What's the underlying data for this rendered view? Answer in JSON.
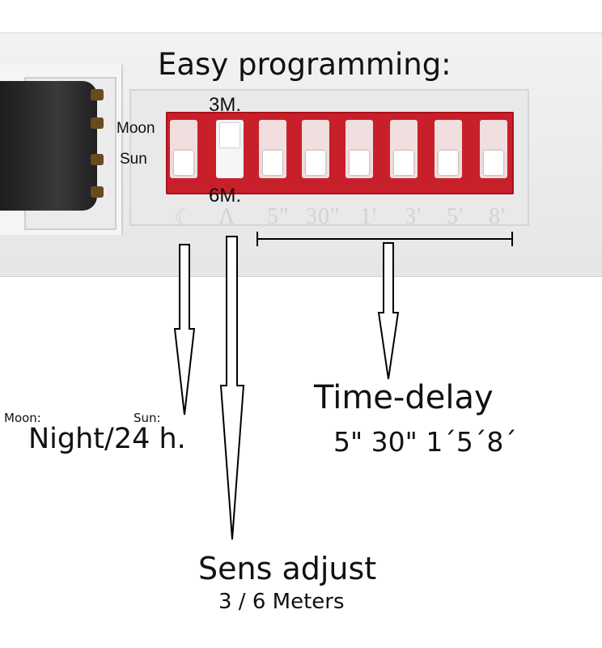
{
  "title": "Easy programming:",
  "switch_labels": {
    "moon": "Moon",
    "sun": "Sun",
    "three_m": "3M.",
    "six_m": "6M."
  },
  "embossed": {
    "moon_sym": "☾",
    "sens_sym": "Λ",
    "times": [
      "5\"",
      "30\"",
      "1'",
      "3'",
      "5'",
      "8'"
    ]
  },
  "switches": [
    "down",
    "up",
    "down",
    "down",
    "down",
    "down",
    "down",
    "down"
  ],
  "night": {
    "moon_label": "Moon:",
    "sun_label": "Sun:",
    "text": "Night/24 h."
  },
  "time_delay": {
    "title": "Time-delay",
    "values": "5\" 30\" 1´5´8´"
  },
  "sens": {
    "title": "Sens adjust",
    "values": "3 / 6 Meters"
  },
  "colors": {
    "switch_block": "#c8202a",
    "background": "#ffffff"
  }
}
